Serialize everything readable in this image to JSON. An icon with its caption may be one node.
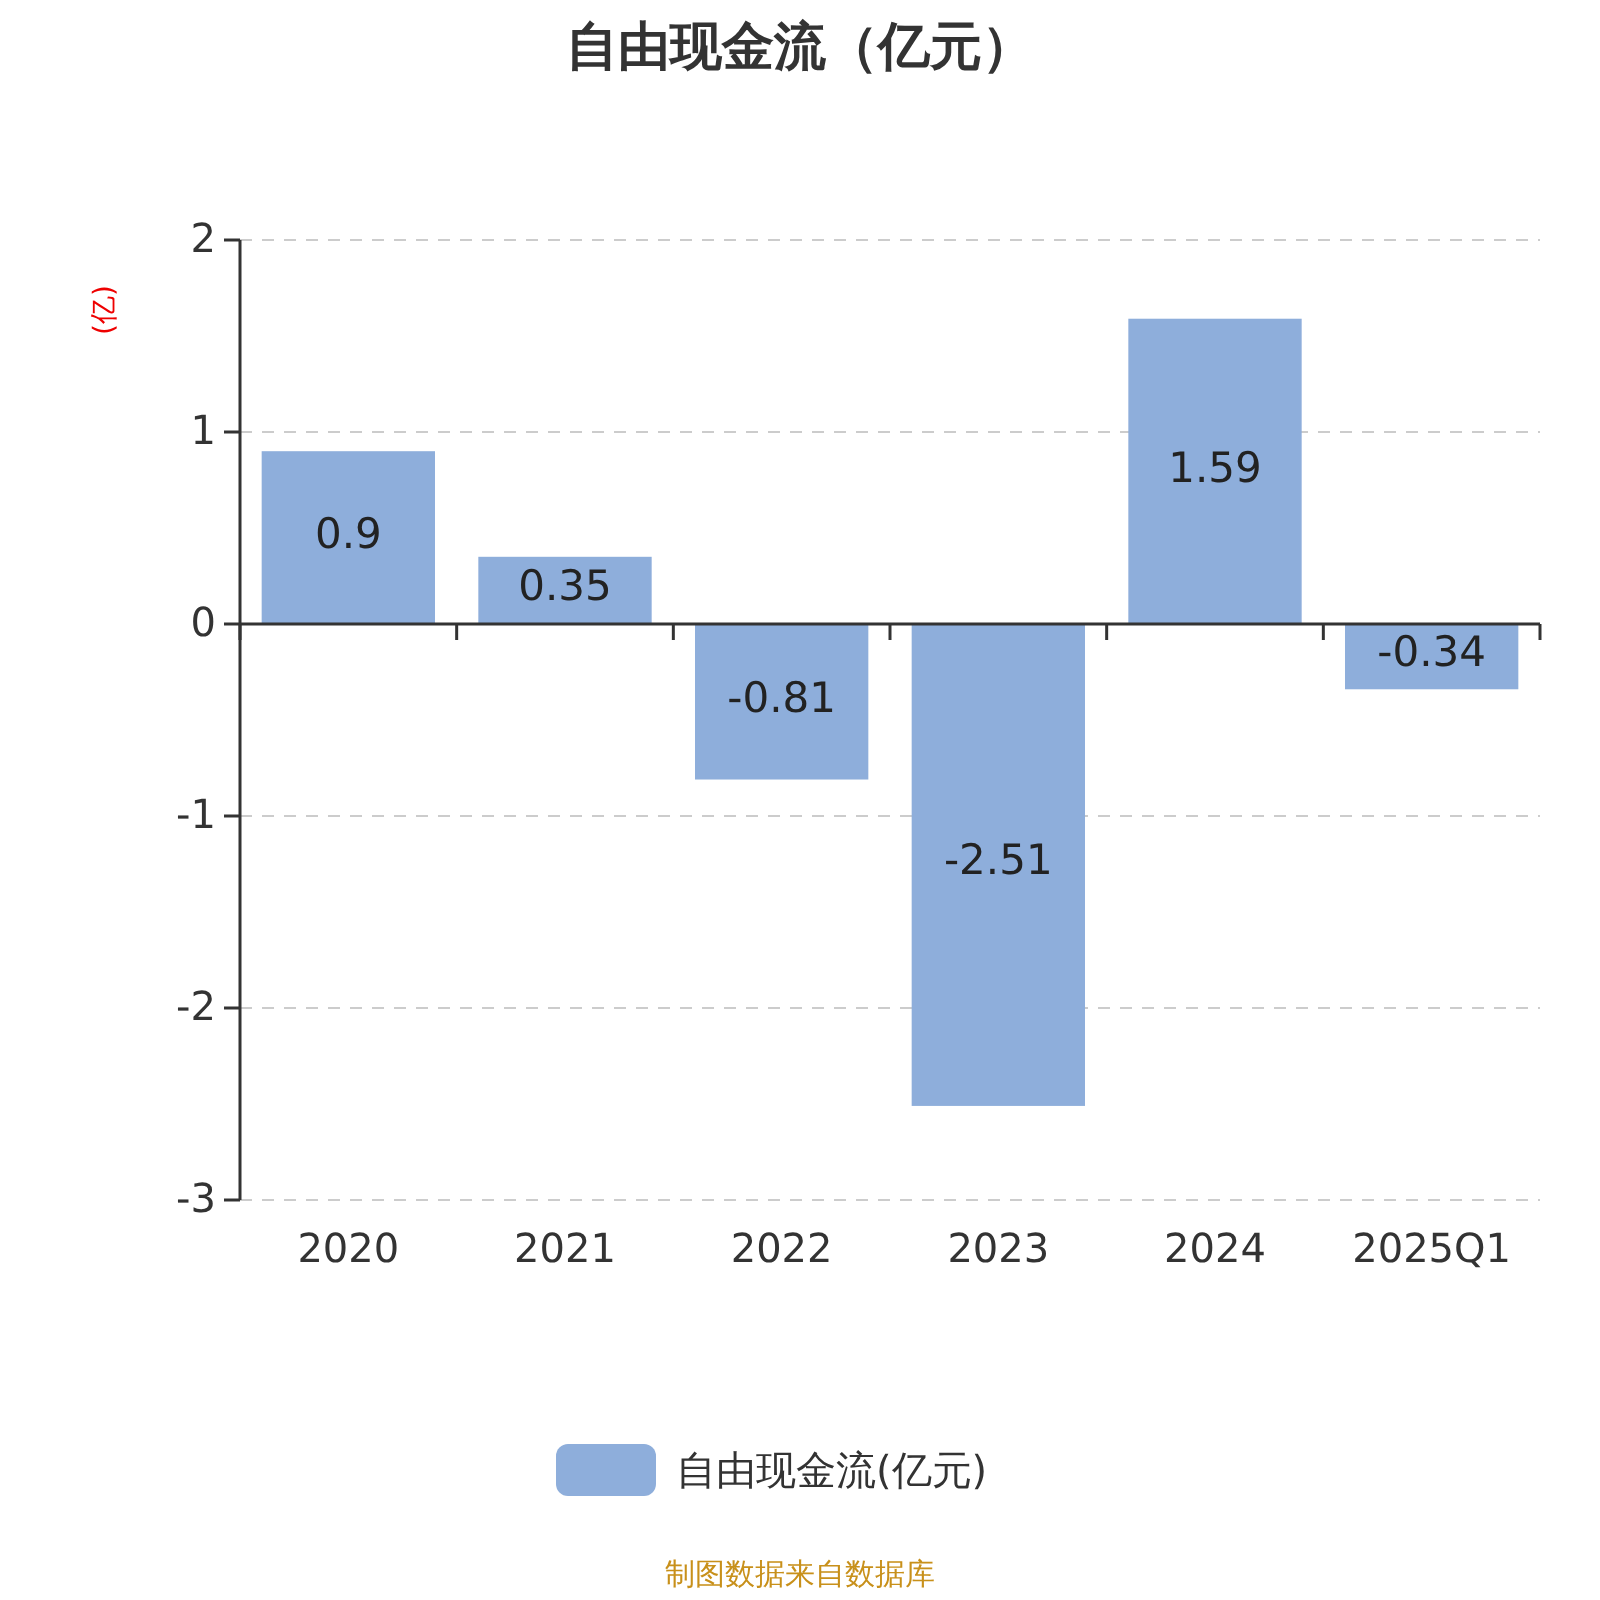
{
  "diagram": {
    "title": "自由现金流（亿元）",
    "chart_data": {
      "type": "bar",
      "ylabel": "(亿)",
      "categories": [
        "2020",
        "2021",
        "2022",
        "2023",
        "2024",
        "2025Q1"
      ],
      "series": [
        {
          "name": "自由现金流(亿元)",
          "color": "#8eaedb",
          "values": [
            0.9,
            0.35,
            -0.81,
            -2.51,
            1.59,
            -0.34
          ]
        }
      ],
      "ylim": [
        -3,
        2
      ],
      "yticks": [
        -3,
        -2,
        -1,
        0,
        1,
        2
      ],
      "data_labels": true,
      "grid": true
    },
    "labels": [
      "制图数据来自数据库"
    ]
  }
}
